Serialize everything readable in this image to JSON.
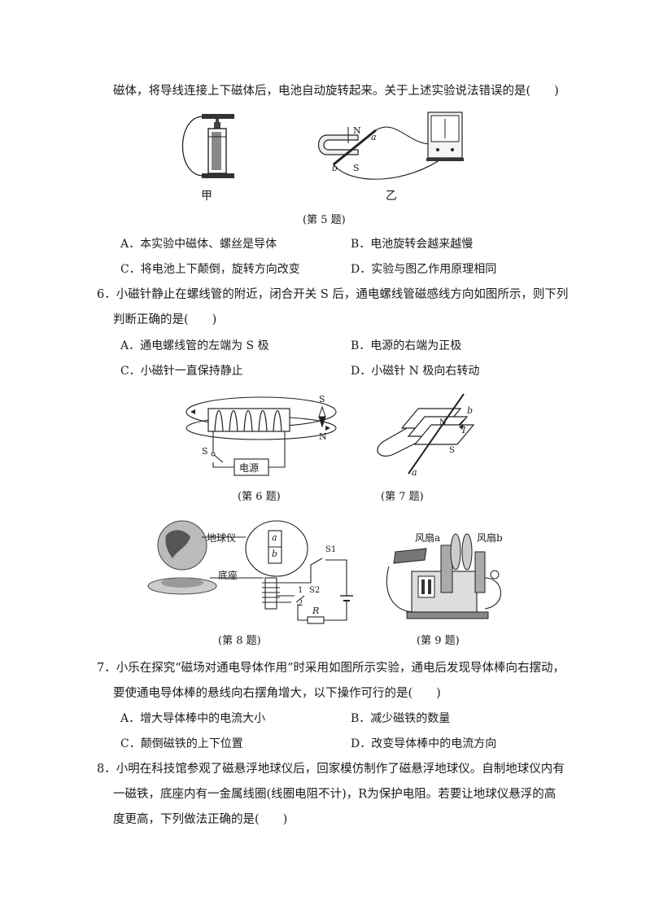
{
  "q5": {
    "stem_tail": "磁体，将导线连接上下磁体后，电池自动旋转起来。关于上述实验说法错误的是(　　)",
    "fig_jia_label": "甲",
    "fig_yi_label": "乙",
    "fig_yi_N": "N",
    "fig_yi_S": "S",
    "fig_yi_a": "a",
    "fig_yi_b": "b",
    "caption": "(第 5 题)",
    "options": {
      "A": "A．本实验中磁体、螺丝是导体",
      "B": "B．电池旋转会越来越慢",
      "C": "C．将电池上下颠倒，旋转方向改变",
      "D": "D．实验与图乙作用原理相同"
    }
  },
  "q6": {
    "stem_line1": "6．小磁针静止在螺线管的附近，闭合开关 S 后，通电螺线管磁感线方向如图所示，则下列",
    "stem_line2": "判断正确的是(　　)",
    "options": {
      "A": "A．通电螺线管的左端为 S 极",
      "B": "B．电源的右端为正极",
      "C": "C．小磁针一直保持静止",
      "D": "D．小磁针 N 极向右转动"
    },
    "fig_S_top": "S",
    "fig_N_bottom": "N",
    "fig_switch": "S",
    "fig_source": "电源",
    "caption": "(第 6 题)"
  },
  "q7_fig": {
    "b": "b",
    "I": "I",
    "a": "a",
    "N": "N",
    "S": "S",
    "caption": "(第 7 题)"
  },
  "q8_fig": {
    "globe_label": "地球仪",
    "base_label": "底座",
    "a": "a",
    "b": "b",
    "S1": "S1",
    "S2": "S2",
    "one": "1",
    "two": "2",
    "R": "R",
    "caption": "(第 8 题)"
  },
  "q9_fig": {
    "fan_a": "风扇a",
    "fan_b": "风扇b",
    "caption": "(第 9 题)"
  },
  "q7": {
    "stem_line1": "7．小乐在探究“磁场对通电导体作用”时采用如图所示实验，通电后发现导体棒向右摆动，",
    "stem_line2": "要使通电导体棒的悬线向右摆角增大，以下操作可行的是(　　)",
    "options": {
      "A": "A．增大导体棒中的电流大小",
      "B": "B．减少磁铁的数量",
      "C": "C．颠倒磁铁的上下位置",
      "D": "D．改变导体棒中的电流方向"
    }
  },
  "q8": {
    "stem_line1": "8．小明在科技馆参观了磁悬浮地球仪后，回家模仿制作了磁悬浮地球仪。自制地球仪内有",
    "stem_line2": "一磁铁，底座内有一金属线圈(线圈电阻不计)，R为保护电阻。若要让地球仪悬浮的高",
    "stem_line3": "度更高，下列做法正确的是(　　)"
  }
}
